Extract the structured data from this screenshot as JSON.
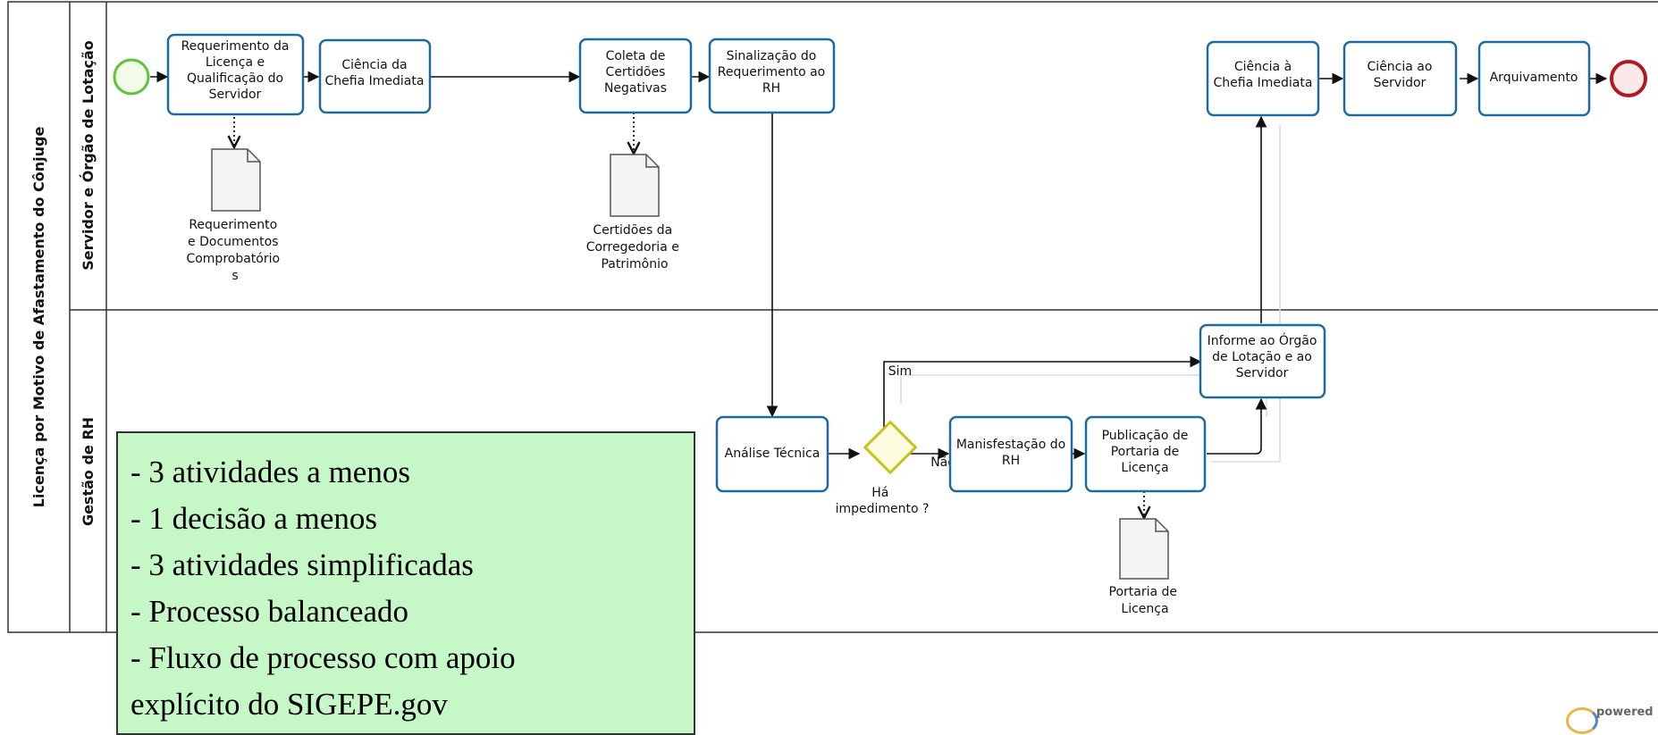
{
  "pool": {
    "label": "Licença por Motivo de Afastamento do Cônjuge"
  },
  "lanes": {
    "servidor": "Servidor e Órgão de Lotação",
    "rh": "Gestão de RH"
  },
  "tasks": {
    "requerimento": [
      "Requerimento da",
      "Licença e",
      "Qualificação do",
      "Servidor"
    ],
    "ciencia_chefia": [
      "Ciência da",
      "Chefia Imediata"
    ],
    "coleta": [
      "Coleta de",
      "Certidões",
      "Negativas"
    ],
    "sinalizacao": [
      "Sinalização do",
      "Requerimento ao",
      "RH"
    ],
    "ciencia_chefia2": [
      "Ciência à",
      "Chefia Imediata"
    ],
    "ciencia_servidor": [
      "Ciência ao",
      "Servidor"
    ],
    "arquivamento": [
      "Arquivamento"
    ],
    "informe": [
      "Informe ao Órgão",
      "de Lotação e ao",
      "Servidor"
    ],
    "analise": [
      "Análise Técnica"
    ],
    "manifestacao": [
      "Manisfestação do",
      "RH"
    ],
    "publicacao": [
      "Publicação de",
      "Portaria de",
      "Licença"
    ]
  },
  "gateway": {
    "label": [
      "Há",
      "impedimento ?"
    ],
    "yes": "Sim",
    "no": "Não"
  },
  "documents": {
    "requerimento_docs": [
      "Requerimento",
      "e Documentos",
      "Comprobatório",
      "s"
    ],
    "certidoes": [
      "Certidões da",
      "Corregedoria e",
      "Patrimônio"
    ],
    "portaria": [
      "Portaria de",
      "Licença"
    ]
  },
  "notes": [
    "- 3 atividades a menos",
    "- 1 decisão a menos",
    "- 3 atividades simplificadas",
    "- Processo balanceado",
    "- Fluxo de processo com apoio",
    "explícito do SIGEPE.gov"
  ],
  "footer": {
    "powered": "powered by"
  },
  "colors": {
    "task_border": "#1e6aa0",
    "start_event": "#62c23a",
    "end_event": "#b0191e",
    "gateway": "#c9c21a",
    "notes_bg": "#c6f7c6"
  }
}
